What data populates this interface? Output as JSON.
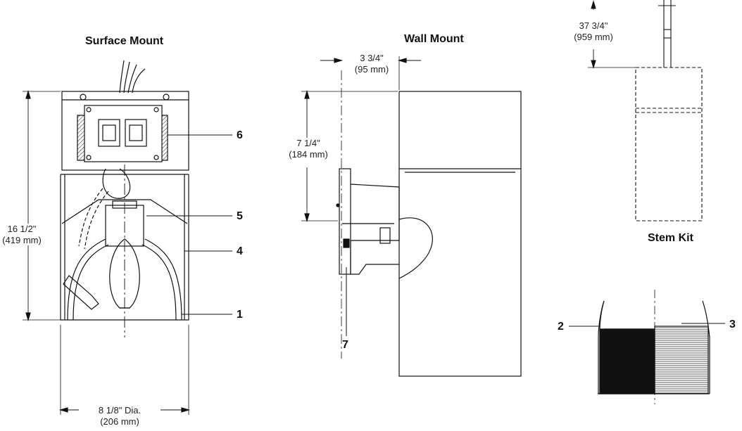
{
  "titles": {
    "surface_mount": "Surface Mount",
    "wall_mount": "Wall Mount",
    "stem_kit": "Stem Kit"
  },
  "dimensions": {
    "height": {
      "imperial": "16 1/2\"",
      "metric": "(419 mm)"
    },
    "diameter": {
      "imperial": "8 1/8\" Dia.",
      "metric": "(206 mm)"
    },
    "wall_projection": {
      "imperial": "3 3/4\"",
      "metric": "(95 mm)"
    },
    "wall_height": {
      "imperial": "7 1/4\"",
      "metric": "(184 mm)"
    },
    "stem_length": {
      "imperial": "37 3/4\"",
      "metric": "(959 mm)"
    }
  },
  "callouts": [
    "1",
    "2",
    "3",
    "4",
    "5",
    "6",
    "7"
  ]
}
